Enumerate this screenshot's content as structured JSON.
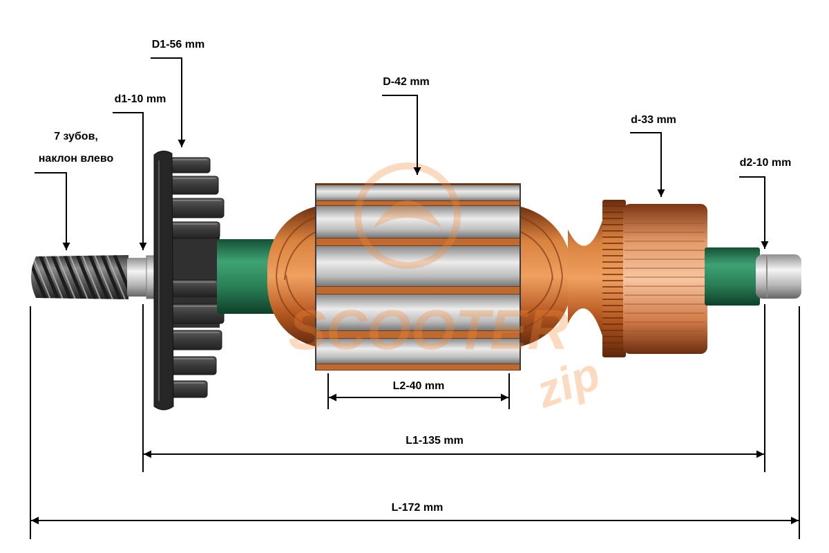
{
  "annotations": {
    "fan_diameter": "D1-56 mm",
    "front_shaft_diameter": "d1-10 mm",
    "gear_teeth_line1": "7 зубов,",
    "gear_teeth_line2": "наклон влево",
    "rotor_diameter": "D-42 mm",
    "commutator_diameter": "d-33 mm",
    "rear_shaft_diameter": "d2-10 mm",
    "core_length": "L2-40 mm",
    "bearing_span": "L1-135 mm",
    "total_length": "L-172 mm"
  },
  "watermark": {
    "brand": "SCOOTER",
    "suffix": "zip"
  },
  "colors": {
    "text": "#000000",
    "lines": "#000000",
    "watermark": "#f28a3a",
    "copper": "#c8672a",
    "insulation_green": "#2e8b57",
    "fan_plastic": "#2e2e2e",
    "steel": "#c9c9c9"
  }
}
